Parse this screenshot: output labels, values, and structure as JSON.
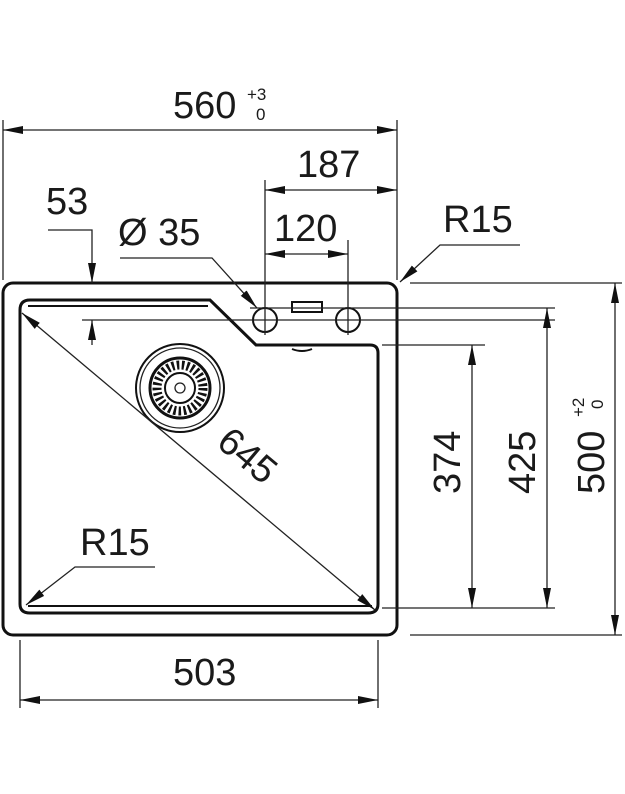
{
  "dimensions": {
    "overall_width": {
      "value": "560",
      "tol_upper": "+3",
      "tol_lower": "0"
    },
    "tap_offset": "187",
    "tap_spacing": "120",
    "tap_hole": "Ø 35",
    "front_edge": "53",
    "outer_radius": "R15",
    "diagonal": "645",
    "bowl_radius": "R15",
    "bowl_width": "503",
    "bowl_depth_front": "374",
    "bowl_depth": "425",
    "overall_depth": {
      "value": "500",
      "tol_upper": "+2",
      "tol_lower": "0"
    }
  }
}
